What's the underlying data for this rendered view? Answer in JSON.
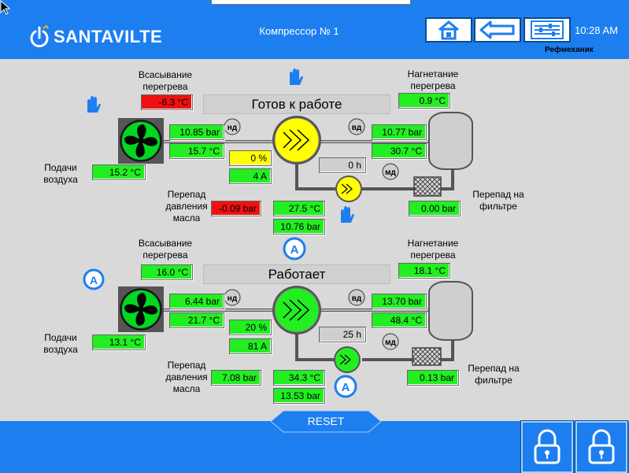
{
  "header": {
    "brand": "SANTAVILTE",
    "title": "Компрессор № 1",
    "time": "10:28 AM",
    "user": "Рефмеханик",
    "buttons": [
      "home-icon",
      "back-icon",
      "settings-icon"
    ]
  },
  "unit1": {
    "status": "Готов к работе",
    "suction_label": "Всасывание перегрева",
    "suction_superheat": "-6.3 °C",
    "discharge_label": "Нагнетание перегрева",
    "discharge_superheat": "0.9 °C",
    "lp_pressure": "10.85 bar",
    "lp_temp": "15.7 °C",
    "hp_pressure": "10.77 bar",
    "hp_temp": "30.7 °C",
    "capacity": "0 %",
    "current": "4 A",
    "hours": "0 h",
    "air_label": "Подачи воздуха",
    "air_temp": "15.2 °C",
    "oil_dp_label": "Перепад давления масла",
    "oil_dp": "-0.09 bar",
    "oil_temp": "27.5 °C",
    "oil_pressure": "10.76 bar",
    "filter_label": "Перепад на фильтре",
    "filter_dp": "0.00 bar",
    "lp_badge": "нд",
    "hp_badge": "вд",
    "oil_badge": "мд"
  },
  "unit2": {
    "status": "Работает",
    "suction_label": "Всасывание перегрева",
    "suction_superheat": "16.0 °C",
    "discharge_label": "Нагнетание перегрева",
    "discharge_superheat": "18.1 °C",
    "lp_pressure": "6.44 bar",
    "lp_temp": "21.7 °C",
    "hp_pressure": "13.70 bar",
    "hp_temp": "48.4 °C",
    "capacity": "20 %",
    "current": "81 A",
    "hours": "25 h",
    "air_label": "Подачи воздуха",
    "air_temp": "13.1 °C",
    "oil_dp_label": "Перепад давления масла",
    "oil_dp": "7.08 bar",
    "oil_temp": "34.3 °C",
    "oil_pressure": "13.53 bar",
    "filter_label": "Перепад на фильтре",
    "filter_dp": "0.13 bar",
    "lp_badge": "нд",
    "hp_badge": "вд",
    "oil_badge": "мд"
  },
  "footer": {
    "reset_label": "RESET"
  },
  "colors": {
    "header_blue": "#1d7ef0",
    "ok_green": "#22ee22",
    "alarm_red": "#ee1111",
    "warn_yellow": "#ffff00"
  }
}
